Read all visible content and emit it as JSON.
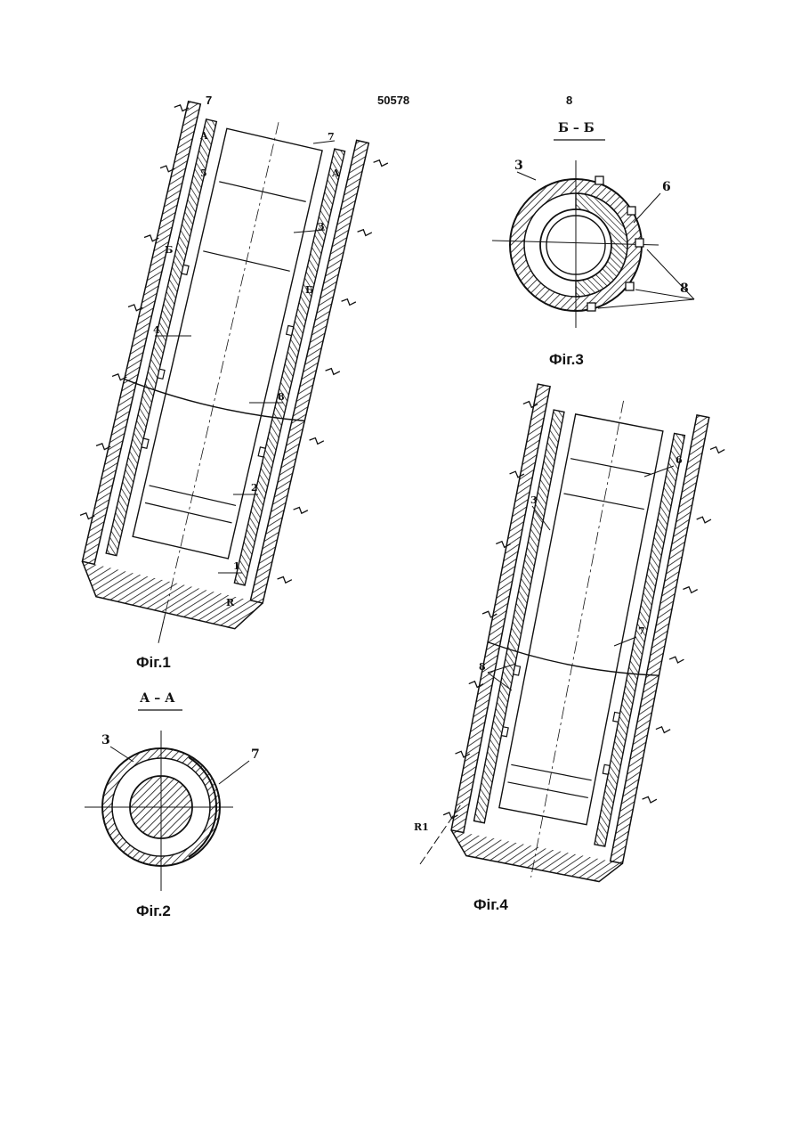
{
  "header": {
    "left_page": "7",
    "center_number": "50578",
    "right_page": "8"
  },
  "figures": {
    "fig1": {
      "caption": "Фіг.1",
      "labels": [
        "5",
        "4",
        "3",
        "2",
        "1",
        "7",
        "8",
        "A",
        "Б",
        "R"
      ]
    },
    "fig2": {
      "caption": "Фіг.2",
      "section_title": "А – А",
      "labels": [
        "3",
        "7"
      ]
    },
    "fig3": {
      "caption": "Фіг.3",
      "section_title": "Б – Б",
      "labels": [
        "3",
        "6",
        "8"
      ]
    },
    "fig4": {
      "caption": "Фіг.4",
      "labels": [
        "3",
        "6",
        "7",
        "8",
        "R1"
      ]
    }
  }
}
